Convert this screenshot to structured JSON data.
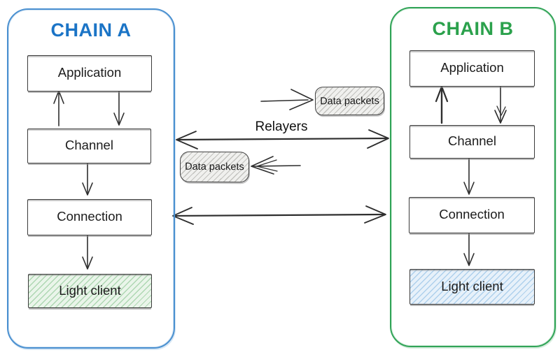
{
  "colors": {
    "chain_a_accent": "#1b74c6",
    "chain_a_border": "#4a90d0",
    "chain_b_accent": "#2ba14c",
    "chain_b_border": "#31a457",
    "box_border": "#3b3b3b",
    "arrow": "#2e2e2e",
    "light_client_a_fill": "#eaf5ea",
    "light_client_a_hatch": "#aed7b2",
    "light_client_b_fill": "#e7f1fa",
    "light_client_b_hatch": "#aed0ec",
    "packet_fill": "#f0f0ee",
    "packet_hatch": "#c2c2be"
  },
  "chain_a": {
    "title": "CHAIN A",
    "layers": [
      {
        "label": "Application"
      },
      {
        "label": "Channel"
      },
      {
        "label": "Connection"
      },
      {
        "label": "Light client"
      }
    ]
  },
  "chain_b": {
    "title": "CHAIN B",
    "layers": [
      {
        "label": "Application"
      },
      {
        "label": "Channel"
      },
      {
        "label": "Connection"
      },
      {
        "label": "Light client"
      }
    ]
  },
  "middle": {
    "relayers_label": "Relayers",
    "packet_top_label": "Data packets",
    "packet_bottom_label": "Data packets"
  }
}
